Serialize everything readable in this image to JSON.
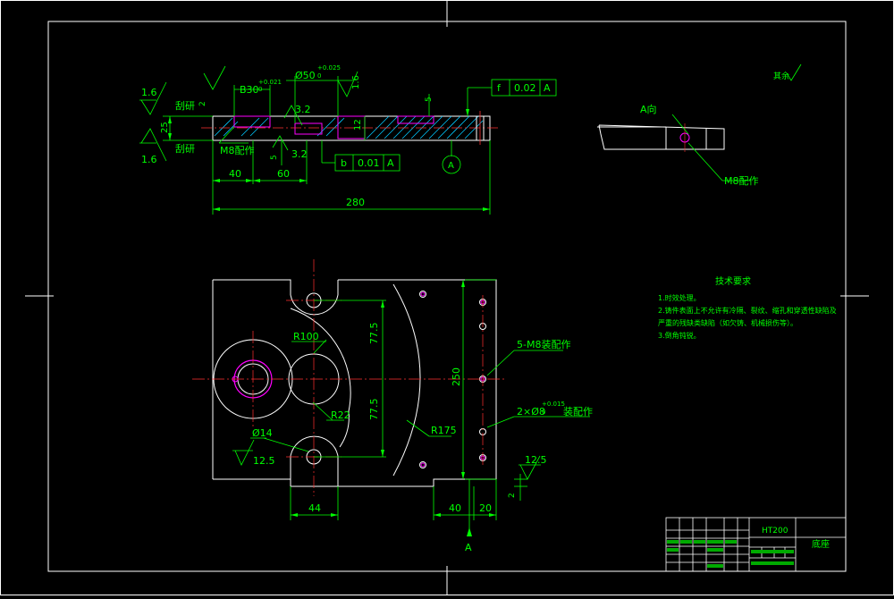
{
  "roughness_top_right": "其余",
  "section_view": {
    "dim_hole_left": "B30",
    "dim_hole_left_tol": "+0.021",
    "dim_hole_left_tol2": "0",
    "dim_hole_mid": "Ø50",
    "dim_hole_mid_tol": "+0.025",
    "dim_hole_mid_tol2": "0",
    "rough_1_6_a": "1.6",
    "rough_1_6_b": "1.6",
    "rough_1_6_c": "1.6",
    "rough_3_2_a": "3.2",
    "rough_3_2_b": "3.2",
    "grind_top": "刮研",
    "grind_bottom": "刮研",
    "dim_25": "25",
    "dim_2": "2",
    "dim_5": "5",
    "dim_5b": "5",
    "dim_12": "12",
    "m8_label": "M8配作",
    "dim_40": "40",
    "dim_60": "60",
    "dim_280": "280",
    "fcf_top_sym": "f",
    "fcf_top_val": "0.02",
    "fcf_top_ref": "A",
    "fcf_bot_sym": "b",
    "fcf_bot_val": "0.01",
    "fcf_bot_ref": "A",
    "datum_label": "A"
  },
  "side_view": {
    "view_label": "A向",
    "m8_label": "M8配作"
  },
  "plan_view": {
    "r100": "R100",
    "r22": "R22",
    "r175": "R175",
    "dim_77_5_a": "77.5",
    "dim_77_5_b": "77.5",
    "dim_250": "250",
    "dim_44": "44",
    "dim_40": "40",
    "dim_20": "20",
    "dim_2": "2",
    "phi14": "Ø14",
    "rough_12_5_a": "12.5",
    "rough_12_5_b": "12.5",
    "note_m8": "5-M8装配作",
    "note_pin": "2×Ø8",
    "note_pin_tol": "+0.015",
    "note_pin_tol2": "0",
    "note_pin_suffix": "装配作",
    "datum_arrow_label": "A"
  },
  "tech_req": {
    "title": "技术要求",
    "lines": [
      "1.时效处理。",
      "2.铸件表面上不允许有冷隔、裂纹、缩孔和穿透性缺陷及",
      "严重的残缺类缺陷（如欠铸、机械损伤等）。",
      "3.倒角钝锐。"
    ]
  },
  "title_block": {
    "material": "HT200",
    "part_name": "底座"
  }
}
